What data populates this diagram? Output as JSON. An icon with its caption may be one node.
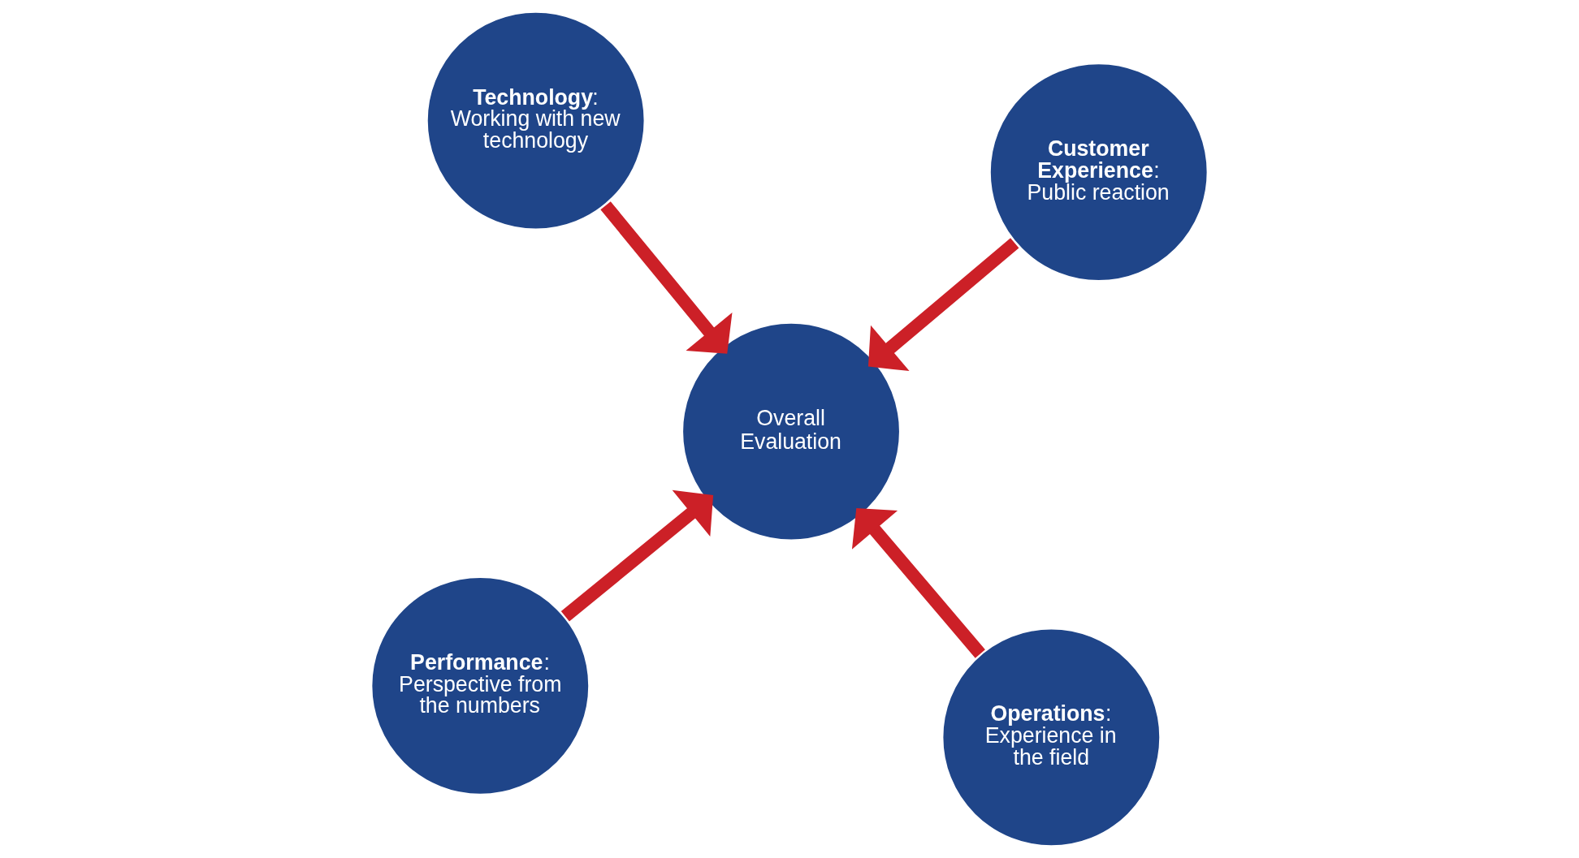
{
  "diagram": {
    "nodes": [
      {
        "text": [
          "**Performance**: Perspective from the numbers"
        ]
      },
      {
        "text": [
          "**Operations**: Experience in the field"
        ]
      },
      {
        "text": [
          "Overall Evaluation"
        ]
      },
      {
        "text": [
          "**Technology**: Working with new technology"
        ]
      },
      {
        "text": [
          "**Customer Experience**: Public reaction"
        ]
      }
    ],
    "edges": [
      {
        "from": 0,
        "to": 2,
        "arrow": "to"
      },
      {
        "from": 1,
        "to": 2,
        "arrow": "to"
      },
      {
        "from": 3,
        "to": 2,
        "arrow": "to"
      },
      {
        "from": 4,
        "to": 2,
        "arrow": "to"
      }
    ]
  }
}
